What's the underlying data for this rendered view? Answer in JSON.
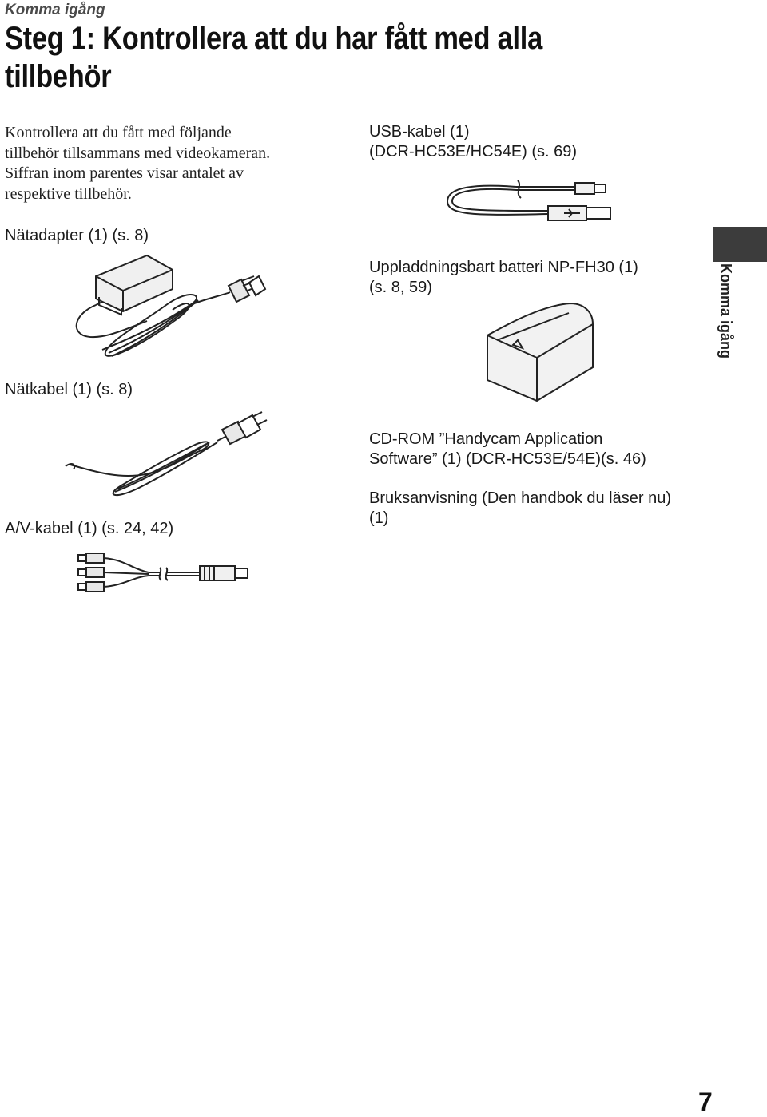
{
  "header": {
    "section": "Komma igång",
    "title": "Steg 1: Kontrollera att du har fått med alla tillbehör"
  },
  "intro": "Kontrollera att du fått med följande\ntillbehör tillsammans med videokameran.\nSiffran inom parentes visar antalet av\nrespektive tillbehör.",
  "items": {
    "ac_adapter": "Nätadapter (1) (s. 8)",
    "power_cord": "Nätkabel (1) (s. 8)",
    "av_cable": "A/V-kabel (1) (s. 24, 42)",
    "usb_cable": "USB-kabel (1)\n(DCR-HC53E/HC54E) (s. 69)",
    "battery": "Uppladdningsbart batteri NP-FH30 (1)\n(s. 8, 59)",
    "cdrom": "CD-ROM ”Handycam Application\nSoftware” (1) (DCR-HC53E/54E)(s. 46)",
    "manual": "Bruksanvisning (Den handbok du läser nu)\n(1)"
  },
  "side_tab": "Komma igång",
  "page_number": "7"
}
